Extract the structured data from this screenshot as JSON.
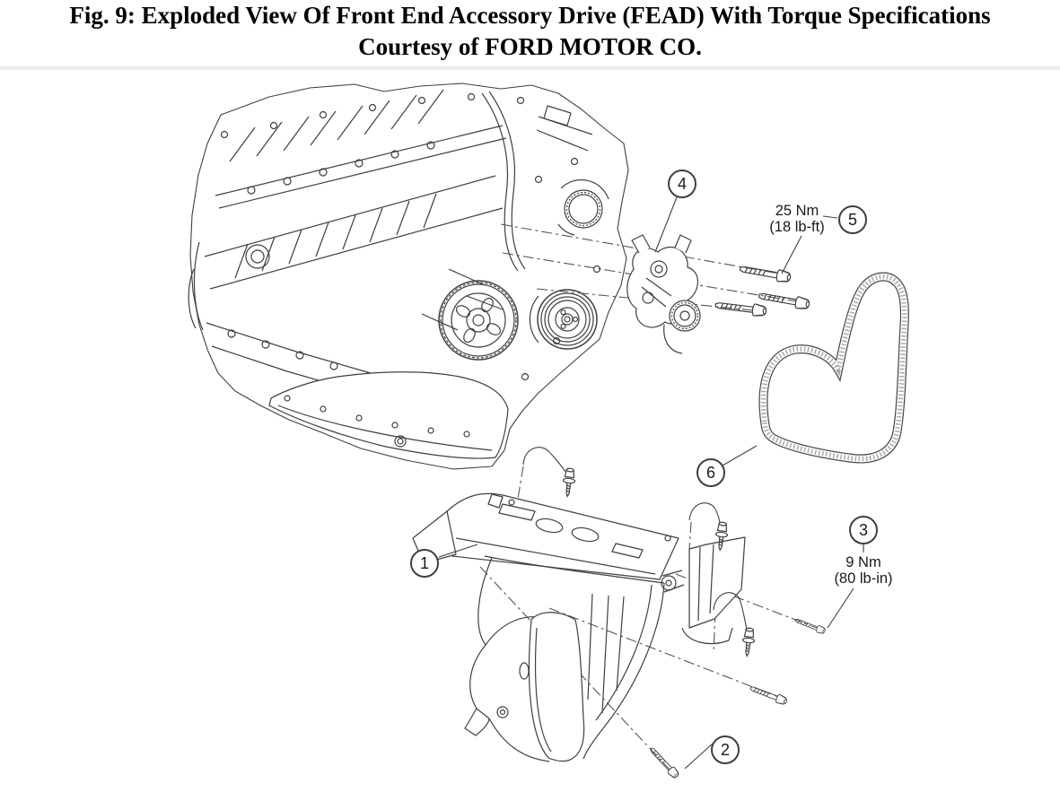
{
  "figure": {
    "title_line1": "Fig. 9: Exploded View Of Front End Accessory Drive (FEAD) With Torque Specifications",
    "title_line2": "Courtesy of FORD MOTOR CO."
  },
  "callouts": {
    "c1": {
      "label": "1"
    },
    "c2": {
      "label": "2"
    },
    "c3": {
      "label": "3"
    },
    "c4": {
      "label": "4"
    },
    "c5": {
      "label": "5"
    },
    "c6": {
      "label": "6"
    }
  },
  "torque": {
    "tensioner_bolts": {
      "metric": "25 Nm",
      "imperial": "(18 lb-ft)"
    },
    "shield_screw": {
      "metric": "9 Nm",
      "imperial": "(80 lb-in)"
    }
  },
  "colors": {
    "background": "#ffffff",
    "line_art": "#3f3f3f",
    "divider": "#ececec",
    "text": "#000000"
  }
}
